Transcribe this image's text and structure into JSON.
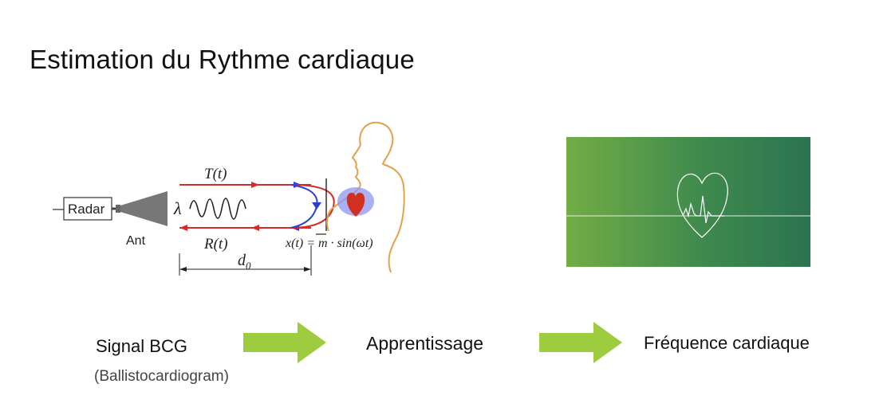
{
  "title": "Estimation du Rythme cardiaque",
  "radar_figure": {
    "radar_label": "Radar",
    "antenna_label": "Ant",
    "transmit_label": "T(t)",
    "receive_label": "R(t)",
    "wavelength_symbol": "λ",
    "distance_label_main": "d",
    "distance_label_sub": "0",
    "displacement_equation": "x(t) = m · sin(ωt)",
    "colors": {
      "transmit_line": "#d42a2a",
      "reflection_arc": "#2a3fd4",
      "body_outline": "#e2a14a",
      "heart": "#d03020",
      "heart_glow": "#8f95f0"
    }
  },
  "heart_panel": {
    "gradient_start": "#72ad45",
    "gradient_end": "#2c7350",
    "line_color": "#ffffff",
    "icon": "heart-ecg-icon"
  },
  "flow": {
    "step1_label": "Signal BCG",
    "step1_note": "(Ballistocardiogram)",
    "step2_label": "Apprentissage",
    "step3_label": "Fréquence cardiaque",
    "arrow_color": "#9dcd3e"
  }
}
